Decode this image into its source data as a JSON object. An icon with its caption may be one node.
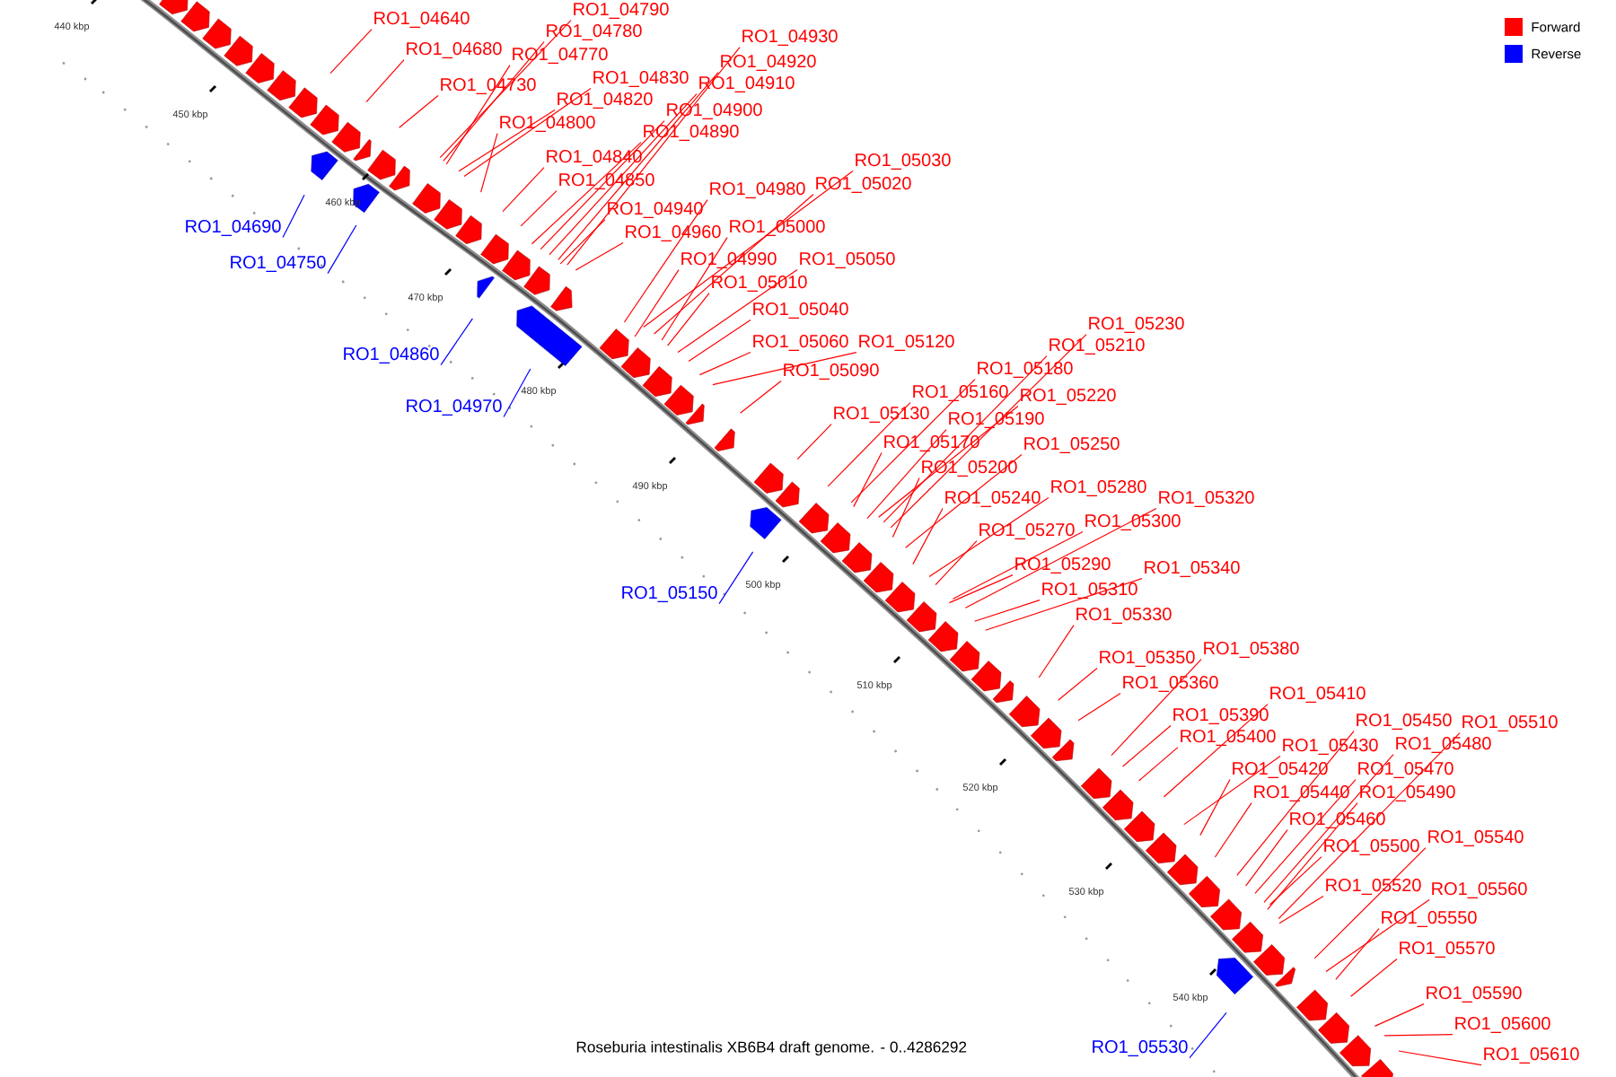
{
  "diagram": {
    "caption": "Roseburia intestinalis XB6B4 draft genome. - 0..4286292",
    "nodes": [
      {
        "text": [
          "RO1_04640"
        ]
      },
      {
        "text": [
          "RO1_04790"
        ]
      },
      {
        "text": [
          "RO1_04780"
        ]
      },
      {
        "text": [
          "RO1_04680"
        ]
      },
      {
        "text": [
          "RO1_04770"
        ]
      },
      {
        "text": [
          "RO1_04730"
        ]
      },
      {
        "text": [
          "RO1_04830"
        ]
      },
      {
        "text": [
          "RO1_04820"
        ]
      },
      {
        "text": [
          "RO1_04800"
        ]
      },
      {
        "text": [
          "RO1_04840"
        ]
      },
      {
        "text": [
          "RO1_04850"
        ]
      },
      {
        "text": [
          "RO1_04930"
        ]
      },
      {
        "text": [
          "RO1_04920"
        ]
      },
      {
        "text": [
          "RO1_04910"
        ]
      },
      {
        "text": [
          "RO1_04900"
        ]
      },
      {
        "text": [
          "RO1_04890"
        ]
      },
      {
        "text": [
          "RO1_04940"
        ]
      },
      {
        "text": [
          "RO1_04960"
        ]
      },
      {
        "text": [
          "RO1_04980"
        ]
      },
      {
        "text": [
          "RO1_05030"
        ]
      },
      {
        "text": [
          "RO1_05020"
        ]
      },
      {
        "text": [
          "RO1_05000"
        ]
      },
      {
        "text": [
          "RO1_04990"
        ]
      },
      {
        "text": [
          "RO1_05050"
        ]
      },
      {
        "text": [
          "RO1_05010"
        ]
      },
      {
        "text": [
          "RO1_05040"
        ]
      },
      {
        "text": [
          "RO1_05060"
        ]
      },
      {
        "text": [
          "RO1_05120"
        ]
      },
      {
        "text": [
          "RO1_05090"
        ]
      },
      {
        "text": [
          "RO1_05130"
        ]
      },
      {
        "text": [
          "RO1_05230"
        ]
      },
      {
        "text": [
          "RO1_05210"
        ]
      },
      {
        "text": [
          "RO1_05180"
        ]
      },
      {
        "text": [
          "RO1_05160"
        ]
      },
      {
        "text": [
          "RO1_05220"
        ]
      },
      {
        "text": [
          "RO1_05190"
        ]
      },
      {
        "text": [
          "RO1_05170"
        ]
      },
      {
        "text": [
          "RO1_05250"
        ]
      },
      {
        "text": [
          "RO1_05200"
        ]
      },
      {
        "text": [
          "RO1_05280"
        ]
      },
      {
        "text": [
          "RO1_05320"
        ]
      },
      {
        "text": [
          "RO1_05240"
        ]
      },
      {
        "text": [
          "RO1_05300"
        ]
      },
      {
        "text": [
          "RO1_05270"
        ]
      },
      {
        "text": [
          "RO1_05290"
        ]
      },
      {
        "text": [
          "RO1_05340"
        ]
      },
      {
        "text": [
          "RO1_05310"
        ]
      },
      {
        "text": [
          "RO1_05330"
        ]
      },
      {
        "text": [
          "RO1_05380"
        ]
      },
      {
        "text": [
          "RO1_05350"
        ]
      },
      {
        "text": [
          "RO1_05360"
        ]
      },
      {
        "text": [
          "RO1_05410"
        ]
      },
      {
        "text": [
          "RO1_05390"
        ]
      },
      {
        "text": [
          "RO1_05450"
        ]
      },
      {
        "text": [
          "RO1_05510"
        ]
      },
      {
        "text": [
          "RO1_05400"
        ]
      },
      {
        "text": [
          "RO1_05480"
        ]
      },
      {
        "text": [
          "RO1_05430"
        ]
      },
      {
        "text": [
          "RO1_05420"
        ]
      },
      {
        "text": [
          "RO1_05470"
        ]
      },
      {
        "text": [
          "RO1_05440"
        ]
      },
      {
        "text": [
          "RO1_05490"
        ]
      },
      {
        "text": [
          "RO1_05460"
        ]
      },
      {
        "text": [
          "RO1_05540"
        ]
      },
      {
        "text": [
          "RO1_05500"
        ]
      },
      {
        "text": [
          "RO1_05520"
        ]
      },
      {
        "text": [
          "RO1_05560"
        ]
      },
      {
        "text": [
          "RO1_05550"
        ]
      },
      {
        "text": [
          "RO1_05570"
        ]
      },
      {
        "text": [
          "RO1_05590"
        ]
      },
      {
        "text": [
          "RO1_05600"
        ]
      },
      {
        "text": [
          "RO1_05610"
        ]
      },
      {
        "text": [
          "RO1_04690"
        ]
      },
      {
        "text": [
          "RO1_04750"
        ]
      },
      {
        "text": [
          "RO1_04860"
        ]
      },
      {
        "text": [
          "RO1_04970"
        ]
      },
      {
        "text": [
          "RO1_05150"
        ]
      },
      {
        "text": [
          "RO1_05530"
        ]
      }
    ],
    "edges": [
      {
        "from": 0,
        "to": null,
        "arrow": "none"
      },
      {
        "from": 1,
        "to": null,
        "arrow": "none"
      },
      {
        "from": 2,
        "to": null,
        "arrow": "none"
      },
      {
        "from": 3,
        "to": null,
        "arrow": "none"
      },
      {
        "from": 4,
        "to": null,
        "arrow": "none"
      },
      {
        "from": 5,
        "to": null,
        "arrow": "none"
      },
      {
        "from": 6,
        "to": null,
        "arrow": "none"
      },
      {
        "from": 7,
        "to": null,
        "arrow": "none"
      },
      {
        "from": 8,
        "to": null,
        "arrow": "none"
      },
      {
        "from": 9,
        "to": null,
        "arrow": "none"
      },
      {
        "from": 10,
        "to": null,
        "arrow": "none"
      },
      {
        "from": 11,
        "to": null,
        "arrow": "none"
      },
      {
        "from": 12,
        "to": null,
        "arrow": "none"
      },
      {
        "from": 13,
        "to": null,
        "arrow": "none"
      },
      {
        "from": 14,
        "to": null,
        "arrow": "none"
      },
      {
        "from": 15,
        "to": null,
        "arrow": "none"
      },
      {
        "from": 16,
        "to": null,
        "arrow": "none"
      },
      {
        "from": 17,
        "to": null,
        "arrow": "none"
      },
      {
        "from": 18,
        "to": null,
        "arrow": "none"
      },
      {
        "from": 19,
        "to": null,
        "arrow": "none"
      },
      {
        "from": 20,
        "to": null,
        "arrow": "none"
      },
      {
        "from": 21,
        "to": null,
        "arrow": "none"
      },
      {
        "from": 22,
        "to": null,
        "arrow": "none"
      },
      {
        "from": 23,
        "to": null,
        "arrow": "none"
      },
      {
        "from": 24,
        "to": null,
        "arrow": "none"
      },
      {
        "from": 25,
        "to": null,
        "arrow": "none"
      },
      {
        "from": 26,
        "to": null,
        "arrow": "none"
      },
      {
        "from": 27,
        "to": null,
        "arrow": "none"
      },
      {
        "from": 28,
        "to": null,
        "arrow": "none"
      },
      {
        "from": 29,
        "to": null,
        "arrow": "none"
      },
      {
        "from": 30,
        "to": null,
        "arrow": "none"
      },
      {
        "from": 31,
        "to": null,
        "arrow": "none"
      },
      {
        "from": 32,
        "to": null,
        "arrow": "none"
      },
      {
        "from": 33,
        "to": null,
        "arrow": "none"
      },
      {
        "from": 34,
        "to": null,
        "arrow": "none"
      },
      {
        "from": 35,
        "to": null,
        "arrow": "none"
      },
      {
        "from": 36,
        "to": null,
        "arrow": "none"
      },
      {
        "from": 37,
        "to": null,
        "arrow": "none"
      },
      {
        "from": 38,
        "to": null,
        "arrow": "none"
      },
      {
        "from": 39,
        "to": null,
        "arrow": "none"
      },
      {
        "from": 40,
        "to": null,
        "arrow": "none"
      },
      {
        "from": 41,
        "to": null,
        "arrow": "none"
      },
      {
        "from": 42,
        "to": null,
        "arrow": "none"
      },
      {
        "from": 43,
        "to": null,
        "arrow": "none"
      },
      {
        "from": 44,
        "to": null,
        "arrow": "none"
      },
      {
        "from": 45,
        "to": null,
        "arrow": "none"
      },
      {
        "from": 46,
        "to": null,
        "arrow": "none"
      },
      {
        "from": 47,
        "to": null,
        "arrow": "none"
      },
      {
        "from": 48,
        "to": null,
        "arrow": "none"
      },
      {
        "from": 49,
        "to": null,
        "arrow": "none"
      },
      {
        "from": 50,
        "to": null,
        "arrow": "none"
      },
      {
        "from": 51,
        "to": null,
        "arrow": "none"
      },
      {
        "from": 52,
        "to": null,
        "arrow": "none"
      },
      {
        "from": 53,
        "to": null,
        "arrow": "none"
      },
      {
        "from": 54,
        "to": null,
        "arrow": "none"
      },
      {
        "from": 55,
        "to": null,
        "arrow": "none"
      },
      {
        "from": 56,
        "to": null,
        "arrow": "none"
      },
      {
        "from": 57,
        "to": null,
        "arrow": "none"
      },
      {
        "from": 58,
        "to": null,
        "arrow": "none"
      },
      {
        "from": 59,
        "to": null,
        "arrow": "none"
      },
      {
        "from": 60,
        "to": null,
        "arrow": "none"
      },
      {
        "from": 61,
        "to": null,
        "arrow": "none"
      },
      {
        "from": 62,
        "to": null,
        "arrow": "none"
      },
      {
        "from": 63,
        "to": null,
        "arrow": "none"
      },
      {
        "from": 64,
        "to": null,
        "arrow": "none"
      },
      {
        "from": 65,
        "to": null,
        "arrow": "none"
      },
      {
        "from": 66,
        "to": null,
        "arrow": "none"
      },
      {
        "from": 67,
        "to": null,
        "arrow": "none"
      },
      {
        "from": 68,
        "to": null,
        "arrow": "none"
      },
      {
        "from": 69,
        "to": null,
        "arrow": "none"
      },
      {
        "from": 70,
        "to": null,
        "arrow": "none"
      },
      {
        "from": 71,
        "to": null,
        "arrow": "none"
      },
      {
        "from": 72,
        "to": null,
        "arrow": "none",
        "color": "#0000ff"
      },
      {
        "from": 73,
        "to": null,
        "arrow": "none",
        "color": "#0000ff"
      },
      {
        "from": 74,
        "to": null,
        "arrow": "none",
        "color": "#0000ff"
      },
      {
        "from": 75,
        "to": null,
        "arrow": "none",
        "color": "#0000ff"
      },
      {
        "from": 76,
        "to": null,
        "arrow": "none",
        "color": "#0000ff"
      },
      {
        "from": 77,
        "to": null,
        "arrow": "none",
        "color": "#0000ff"
      }
    ],
    "labels": [
      "440 kbp",
      "450 kbp",
      "460 kbp",
      "470 kbp",
      "480 kbp",
      "490 kbp",
      "500 kbp",
      "510 kbp",
      "520 kbp",
      "530 kbp",
      "540 kbp"
    ],
    "legend": [
      {
        "text": "Forward",
        "color": "#ff0000"
      },
      {
        "text": "Reverse",
        "color": "#0000ff"
      }
    ]
  }
}
